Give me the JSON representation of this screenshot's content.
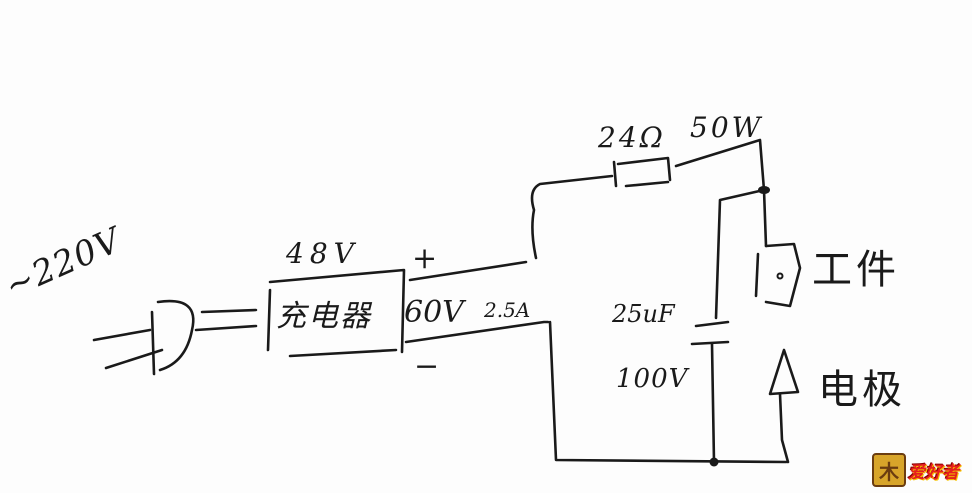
{
  "diagram": {
    "type": "hand-drawn circuit schematic",
    "background": "#fdfdfd",
    "ink_color": "#1a1a1a",
    "labels": {
      "mains_input": "~220V",
      "charger_voltage": "48V",
      "charger_name": "充电器",
      "plus_terminal": "+",
      "minus_terminal": "−",
      "output_voltage": "60V",
      "output_current": "2.5A",
      "resistor_value": "24Ω",
      "resistor_power": "50W",
      "capacitor_value": "25uF",
      "capacitor_voltage": "100V",
      "workpiece": "工件",
      "motor": "电极"
    },
    "components": [
      {
        "id": "plug",
        "kind": "AC mains plug",
        "label": "~220V"
      },
      {
        "id": "charger",
        "kind": "charger box",
        "label": "充电器",
        "rating": "48V"
      },
      {
        "id": "output",
        "kind": "DC output",
        "rating": "60V 2.5A",
        "terminals": [
          "+",
          "−"
        ]
      },
      {
        "id": "resistor",
        "kind": "resistor",
        "value": "24Ω",
        "power": "50W"
      },
      {
        "id": "capacitor",
        "kind": "capacitor",
        "value": "25uF",
        "voltage": "100V"
      },
      {
        "id": "workpiece",
        "kind": "workpiece",
        "label": "工件"
      },
      {
        "id": "electrode",
        "kind": "electrode (arrow)",
        "label": "电极"
      }
    ]
  },
  "watermark": {
    "icon_glyph": "木",
    "text": "爱好者"
  }
}
